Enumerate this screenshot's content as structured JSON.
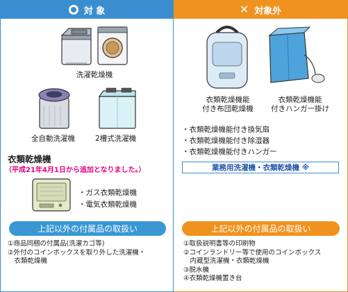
{
  "left": {
    "header_title": "対 象",
    "washer_dryer_label": "洗濯乾燥機",
    "automatic_washer_label": "全自動洗濯機",
    "twin_tub_label": "2槽式洗濯機",
    "dryer_title": "衣類乾燥機",
    "dryer_note": "（平成21年4月1日から追加となりました。）",
    "dryer_types": [
      "・ガス衣類乾燥機",
      "・電気衣類乾燥機"
    ],
    "accessories_title": "上記以外の付属品の取扱い",
    "accessories": [
      "①商品同梱の付属品(洗濯カゴ等)",
      "②外付のコインボックスを取り外した洗濯機・",
      "　衣類乾燥機"
    ]
  },
  "right": {
    "header_title": "対象外",
    "futon_dryer_label": [
      "衣類乾燥機能",
      "付き布団乾燥機"
    ],
    "hanger_dryer_label": [
      "衣類乾燥機能",
      "付きハンガー掛け"
    ],
    "excluded_items": [
      "・衣類乾燥機能付き換気扇",
      "・衣類乾燥機能付き除湿器",
      "・衣類乾燥機能付きハンガー"
    ],
    "business_use": "業務用洗濯機・衣類乾燥機 ※",
    "accessories_title": "上記以外の付属品の取扱い",
    "accessories": [
      "①取扱説明書等の印刷物",
      "②コインランドリー等で使用のコインボックス",
      "　内蔵型洗濯機・衣類乾燥機",
      "③脱水機",
      "④衣類乾燥機置き台"
    ]
  },
  "colors": {
    "target_blue": "#3a8ed0",
    "excluded_orange": "#f0921e",
    "note_magenta": "#e6007e"
  },
  "icons": {
    "target": "circle-icon",
    "excluded": "cross-icon"
  }
}
